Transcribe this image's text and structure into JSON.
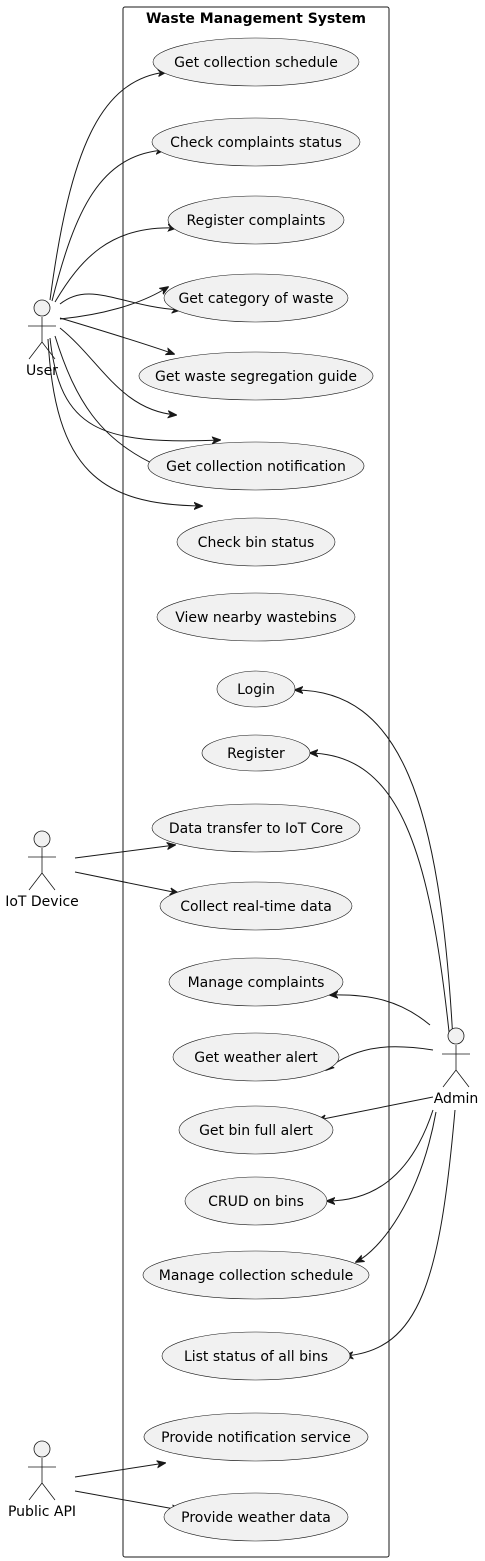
{
  "system": {
    "title": "Waste Management System"
  },
  "actors": [
    {
      "id": "user",
      "label": "User"
    },
    {
      "id": "iot",
      "label": "IoT Device"
    },
    {
      "id": "admin",
      "label": "Admin"
    },
    {
      "id": "api",
      "label": "Public API"
    }
  ],
  "use_cases": [
    {
      "id": "get-collection-schedule",
      "label": "Get collection schedule"
    },
    {
      "id": "check-complaints-status",
      "label": "Check complaints status"
    },
    {
      "id": "register-complaints",
      "label": "Register complaints"
    },
    {
      "id": "get-category-of-waste",
      "label": "Get category of waste"
    },
    {
      "id": "get-waste-segregation-guide",
      "label": "Get waste segregation guide"
    },
    {
      "id": "get-collection-notification",
      "label": "Get collection notification"
    },
    {
      "id": "check-bin-status",
      "label": "Check bin status"
    },
    {
      "id": "view-nearby-wastebins",
      "label": "View nearby wastebins"
    },
    {
      "id": "login",
      "label": "Login"
    },
    {
      "id": "register",
      "label": "Register"
    },
    {
      "id": "data-transfer-to-iot-core",
      "label": "Data transfer to IoT Core"
    },
    {
      "id": "collect-real-time-data",
      "label": "Collect real-time data"
    },
    {
      "id": "manage-complaints",
      "label": "Manage complaints"
    },
    {
      "id": "get-weather-alert",
      "label": "Get weather alert"
    },
    {
      "id": "get-bin-full-alert",
      "label": "Get bin full alert"
    },
    {
      "id": "crud-on-bins",
      "label": "CRUD on bins"
    },
    {
      "id": "manage-collection-schedule",
      "label": "Manage collection schedule"
    },
    {
      "id": "list-status-of-all-bins",
      "label": "List status of all bins"
    },
    {
      "id": "provide-notification-service",
      "label": "Provide notification service"
    },
    {
      "id": "provide-weather-data",
      "label": "Provide weather data"
    }
  ],
  "associations": [
    {
      "from": "user",
      "to": "get-collection-schedule"
    },
    {
      "from": "user",
      "to": "check-complaints-status"
    },
    {
      "from": "user",
      "to": "register-complaints"
    },
    {
      "from": "user",
      "to": "get-category-of-waste"
    },
    {
      "from": "user",
      "to": "get-waste-segregation-guide"
    },
    {
      "from": "user",
      "to": "get-collection-notification"
    },
    {
      "from": "user",
      "to": "check-bin-status"
    },
    {
      "from": "user",
      "to": "view-nearby-wastebins"
    },
    {
      "from": "user",
      "to": "login"
    },
    {
      "from": "user",
      "to": "register"
    },
    {
      "from": "iot",
      "to": "data-transfer-to-iot-core"
    },
    {
      "from": "iot",
      "to": "collect-real-time-data"
    },
    {
      "from": "admin",
      "to": "login"
    },
    {
      "from": "admin",
      "to": "register"
    },
    {
      "from": "admin",
      "to": "manage-complaints"
    },
    {
      "from": "admin",
      "to": "get-weather-alert"
    },
    {
      "from": "admin",
      "to": "get-bin-full-alert"
    },
    {
      "from": "admin",
      "to": "crud-on-bins"
    },
    {
      "from": "admin",
      "to": "manage-collection-schedule"
    },
    {
      "from": "admin",
      "to": "list-status-of-all-bins"
    },
    {
      "from": "api",
      "to": "provide-notification-service"
    },
    {
      "from": "api",
      "to": "provide-weather-data"
    }
  ]
}
